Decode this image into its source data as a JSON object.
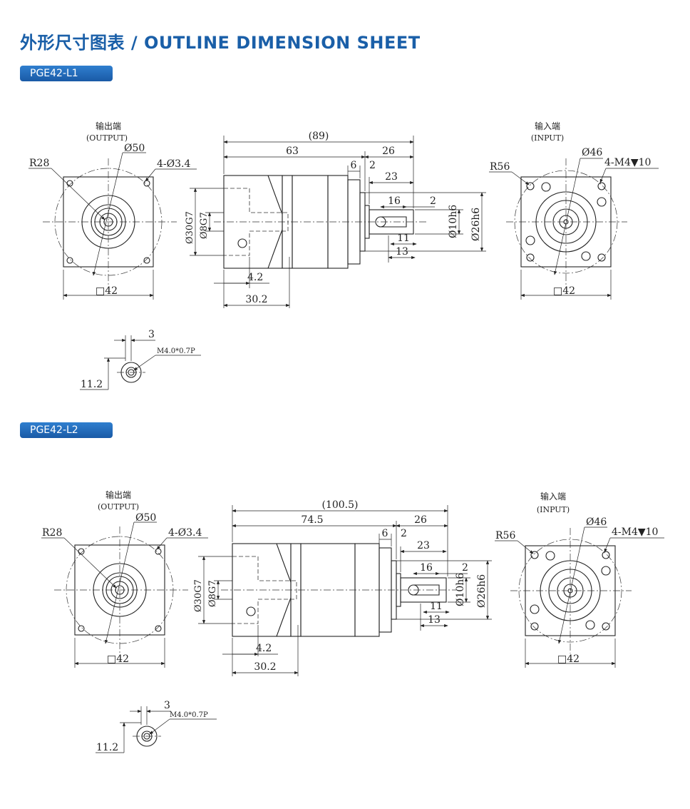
{
  "title": "外形尺寸图表 / OUTLINE DIMENSION SHEET",
  "accent_color": "#1a5fa8",
  "sections": [
    {
      "model": "PGE42-L1",
      "output_view": {
        "label_cn": "输出端",
        "label_en": "(OUTPUT)",
        "radius": "R28",
        "pcd": "Ø50",
        "holes": "4-Ø3.4",
        "square": "□42"
      },
      "side_view": {
        "total": "(89)",
        "body": "63",
        "shaft_len": "26",
        "d6": "6",
        "d2a": "2",
        "d23": "23",
        "d16": "16",
        "d2b": "2",
        "d11": "11",
        "d13": "13",
        "d42": "4.2",
        "d302": "30.2",
        "bore1": "Ø30G7",
        "bore2": "Ø8G7",
        "shaft": "Ø10h6",
        "pilot": "Ø26h6"
      },
      "input_view": {
        "label_cn": "输入端",
        "label_en": "(INPUT)",
        "radius": "R56",
        "pcd": "Ø46",
        "holes": "4-M4▼10",
        "square": "□42"
      },
      "detail": {
        "dim3": "3",
        "thread": "M4.0*0.7P",
        "dim112": "11.2"
      }
    },
    {
      "model": "PGE42-L2",
      "output_view": {
        "label_cn": "输出端",
        "label_en": "(OUTPUT)",
        "radius": "R28",
        "pcd": "Ø50",
        "holes": "4-Ø3.4",
        "square": "□42"
      },
      "side_view": {
        "total": "(100.5)",
        "body": "74.5",
        "shaft_len": "26",
        "d6": "6",
        "d2a": "2",
        "d23": "23",
        "d16": "16",
        "d2b": "2",
        "d11": "11",
        "d13": "13",
        "d42": "4.2",
        "d302": "30.2",
        "bore1": "Ø30G7",
        "bore2": "Ø8G7",
        "shaft": "Ø10h6",
        "pilot": "Ø26h6"
      },
      "input_view": {
        "label_cn": "输入端",
        "label_en": "(INPUT)",
        "radius": "R56",
        "pcd": "Ø46",
        "holes": "4-M4▼10",
        "square": "□42"
      },
      "detail": {
        "dim3": "3",
        "thread": "M4.0*0.7P",
        "dim112": "11.2"
      }
    }
  ]
}
